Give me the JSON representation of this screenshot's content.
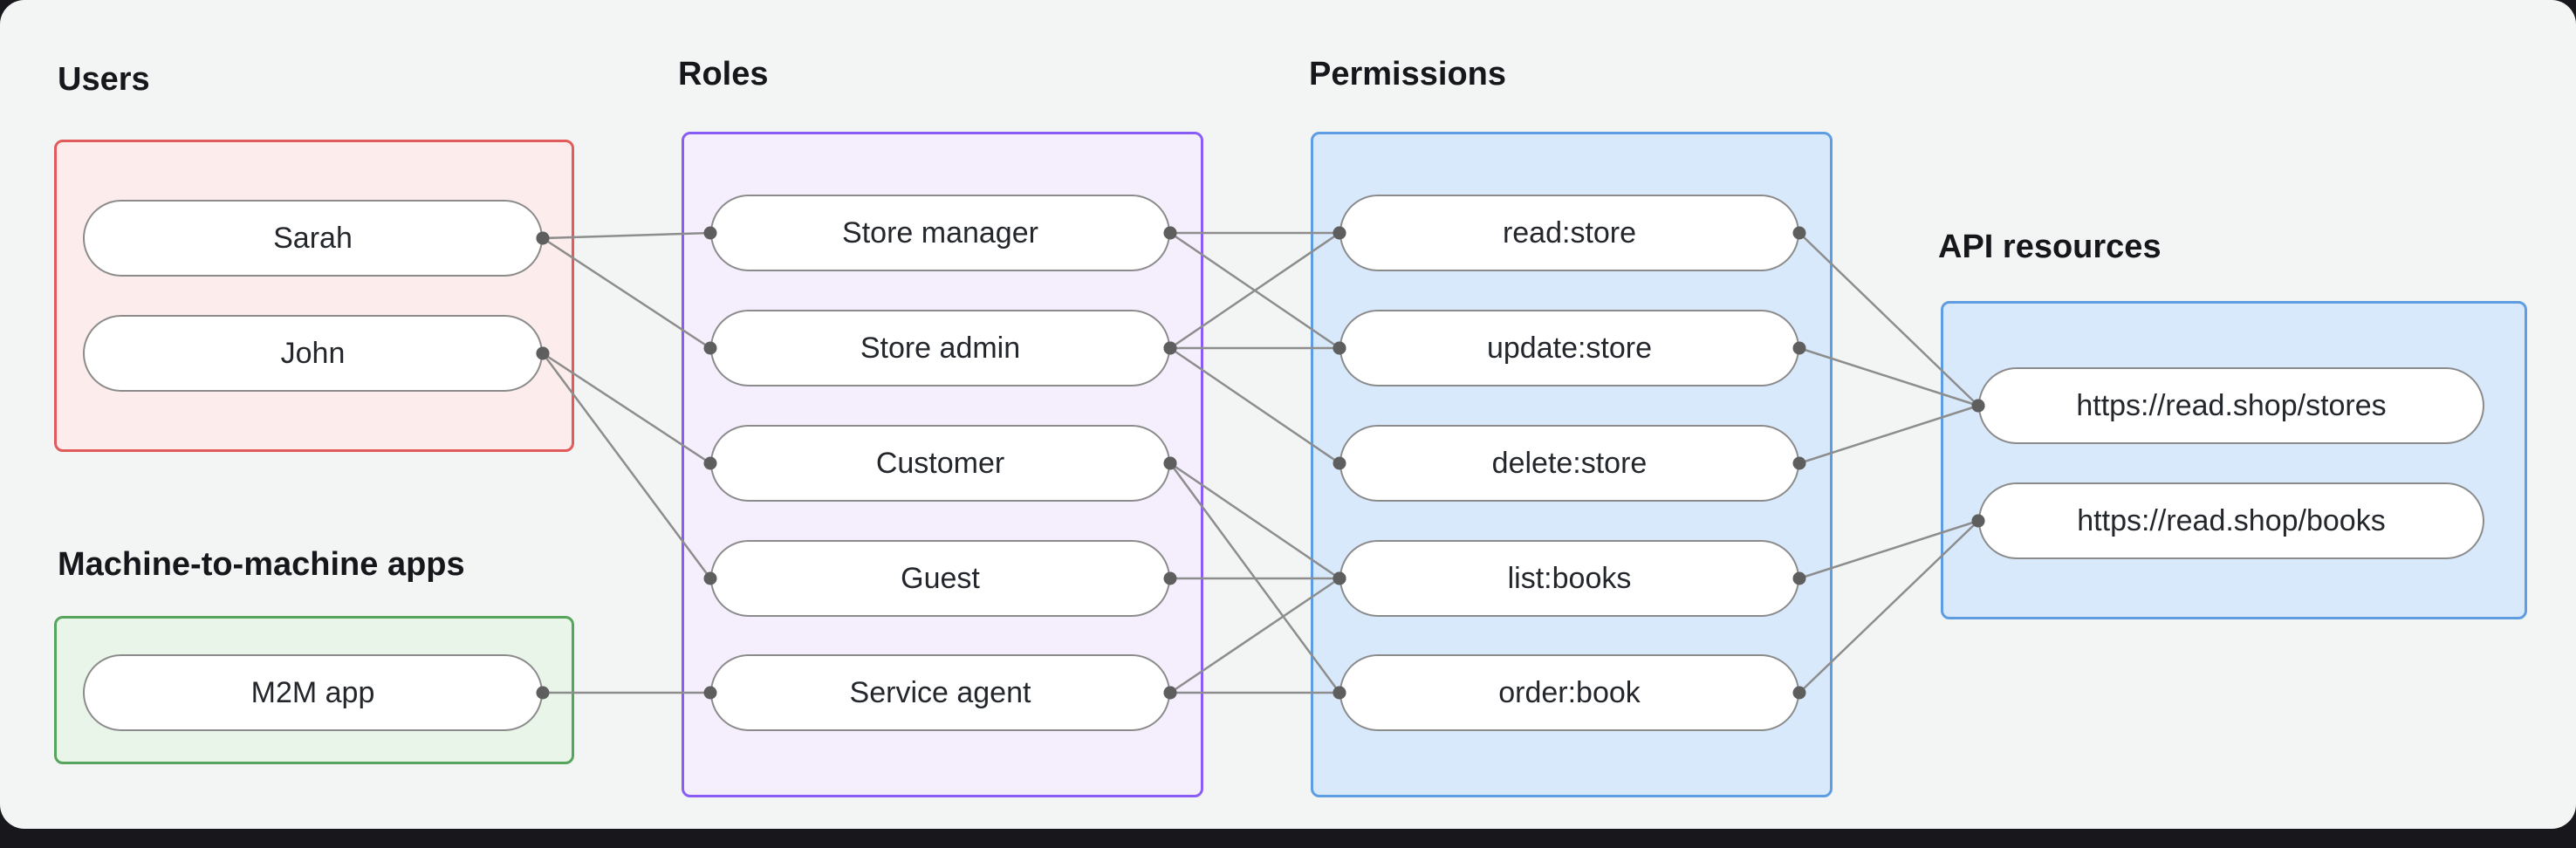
{
  "page": {
    "background": "#f3f5f4",
    "frame_color": "#18181c"
  },
  "groups": {
    "users": {
      "label": "Users",
      "fill": "#fdecec",
      "border": "#e15b5b",
      "nodes": [
        {
          "id": "sarah",
          "label": "Sarah"
        },
        {
          "id": "john",
          "label": "John"
        }
      ]
    },
    "m2m": {
      "label": "Machine-to-machine apps",
      "fill": "#e8f5e8",
      "border": "#57a55c",
      "nodes": [
        {
          "id": "m2m-app",
          "label": "M2M app"
        }
      ]
    },
    "roles": {
      "label": "Roles",
      "fill": "#f4eefd",
      "border": "#8a5cf6",
      "nodes": [
        {
          "id": "store-manager",
          "label": "Store manager"
        },
        {
          "id": "store-admin",
          "label": "Store admin"
        },
        {
          "id": "customer",
          "label": "Customer"
        },
        {
          "id": "guest",
          "label": "Guest"
        },
        {
          "id": "service-agent",
          "label": "Service agent"
        }
      ]
    },
    "permissions": {
      "label": "Permissions",
      "fill": "#d9e9fc",
      "border": "#5f9de2",
      "nodes": [
        {
          "id": "read-store",
          "label": "read:store"
        },
        {
          "id": "update-store",
          "label": "update:store"
        },
        {
          "id": "delete-store",
          "label": "delete:store"
        },
        {
          "id": "list-books",
          "label": "list:books"
        },
        {
          "id": "order-book",
          "label": "order:book"
        }
      ]
    },
    "api": {
      "label": "API resources",
      "fill": "#d9e9fc",
      "border": "#5f9de2",
      "nodes": [
        {
          "id": "stores",
          "label": "https://read.shop/stores"
        },
        {
          "id": "books",
          "label": "https://read.shop/books"
        }
      ]
    }
  },
  "edges": [
    [
      "sarah",
      "store-manager"
    ],
    [
      "sarah",
      "store-admin"
    ],
    [
      "john",
      "customer"
    ],
    [
      "john",
      "guest"
    ],
    [
      "m2m-app",
      "service-agent"
    ],
    [
      "store-manager",
      "read-store"
    ],
    [
      "store-manager",
      "update-store"
    ],
    [
      "store-admin",
      "read-store"
    ],
    [
      "store-admin",
      "update-store"
    ],
    [
      "store-admin",
      "delete-store"
    ],
    [
      "customer",
      "list-books"
    ],
    [
      "customer",
      "order-book"
    ],
    [
      "guest",
      "list-books"
    ],
    [
      "service-agent",
      "list-books"
    ],
    [
      "service-agent",
      "order-book"
    ],
    [
      "read-store",
      "stores"
    ],
    [
      "update-store",
      "stores"
    ],
    [
      "delete-store",
      "stores"
    ],
    [
      "list-books",
      "books"
    ],
    [
      "order-book",
      "books"
    ]
  ],
  "edge_style": {
    "line_color": "#8d8d8d",
    "dot_color": "#5e5e5e"
  }
}
